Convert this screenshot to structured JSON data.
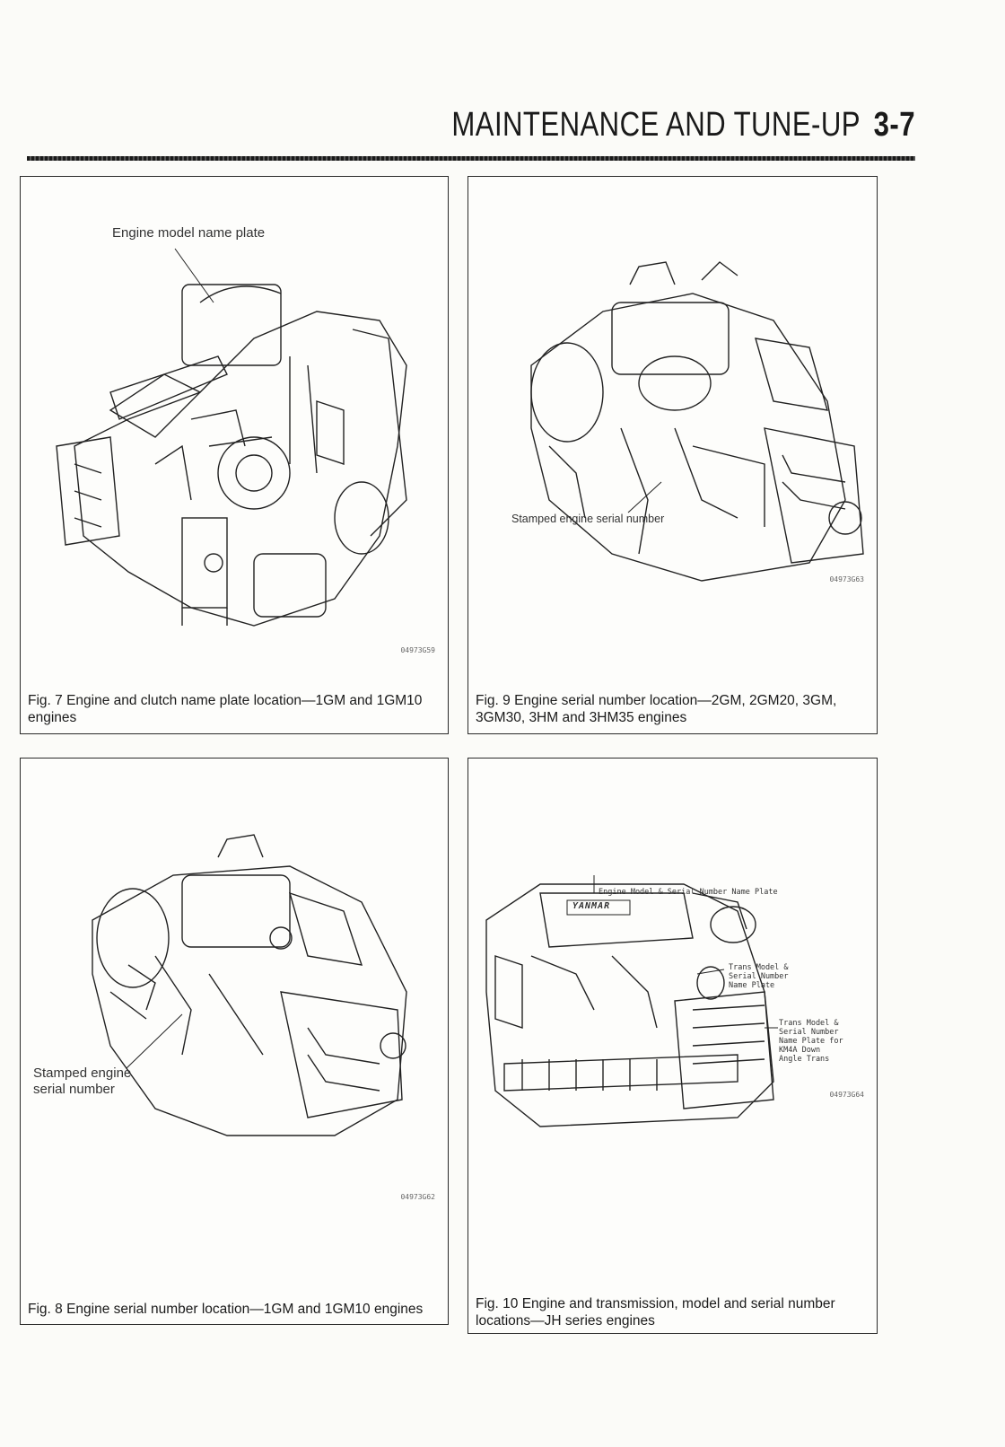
{
  "header": {
    "title": "MAINTENANCE AND TUNE-UP",
    "page_number": "3-7"
  },
  "figures": [
    {
      "caption": "Fig. 7 Engine and clutch name plate location—1GM and 1GM10 engines",
      "labels": [
        "Engine model name plate"
      ],
      "code": "04973G59"
    },
    {
      "caption": "Fig. 9 Engine serial number location—2GM, 2GM20, 3GM, 3GM30, 3HM and 3HM35 engines",
      "labels": [
        "Stamped engine serial number"
      ],
      "code": "04973G63"
    },
    {
      "caption": "Fig. 8 Engine serial number location—1GM and 1GM10 engines",
      "labels": [
        "Stamped engine serial number"
      ],
      "code": "04973G62"
    },
    {
      "caption": "Fig. 10 Engine and transmission, model and serial number locations—JH series engines",
      "labels": [
        "Engine Model & Serial Number Name Plate",
        "Trans Model & Serial Number Name Plate",
        "Trans Model & Serial Number Name Plate for KM4A Down Angle Trans"
      ],
      "brand": "YANMAR",
      "code": "04973G64"
    }
  ]
}
